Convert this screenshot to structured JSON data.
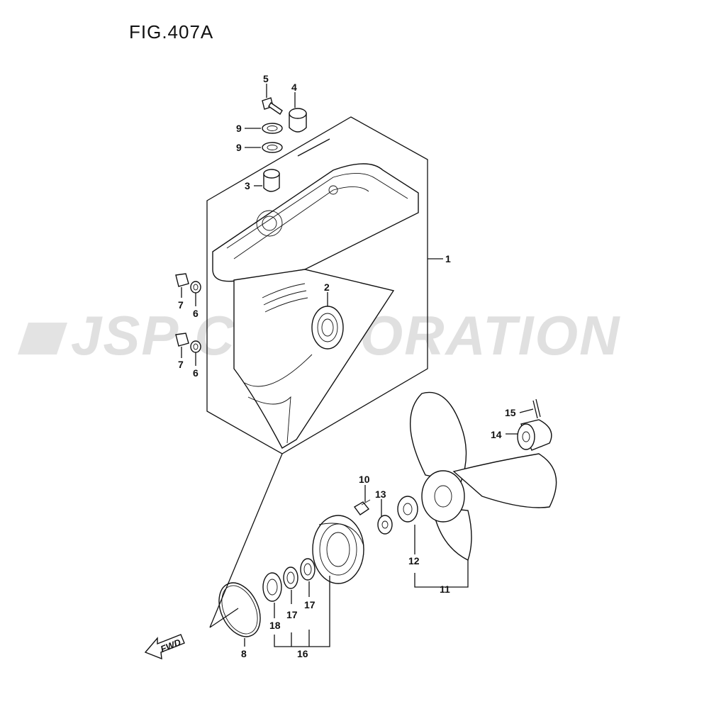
{
  "figure": {
    "title": "FIG.407A"
  },
  "watermark": {
    "text": "JSP CORPORATION"
  },
  "direction": {
    "label": "FWD"
  },
  "callouts": {
    "c1": "1",
    "c2": "2",
    "c3": "3",
    "c4": "4",
    "c5": "5",
    "c6a": "6",
    "c6b": "6",
    "c7a": "7",
    "c7b": "7",
    "c8": "8",
    "c9a": "9",
    "c9b": "9",
    "c10": "10",
    "c11": "11",
    "c12": "12",
    "c13": "13",
    "c14": "14",
    "c15": "15",
    "c16": "16",
    "c17a": "17",
    "c17b": "17",
    "c18": "18"
  }
}
